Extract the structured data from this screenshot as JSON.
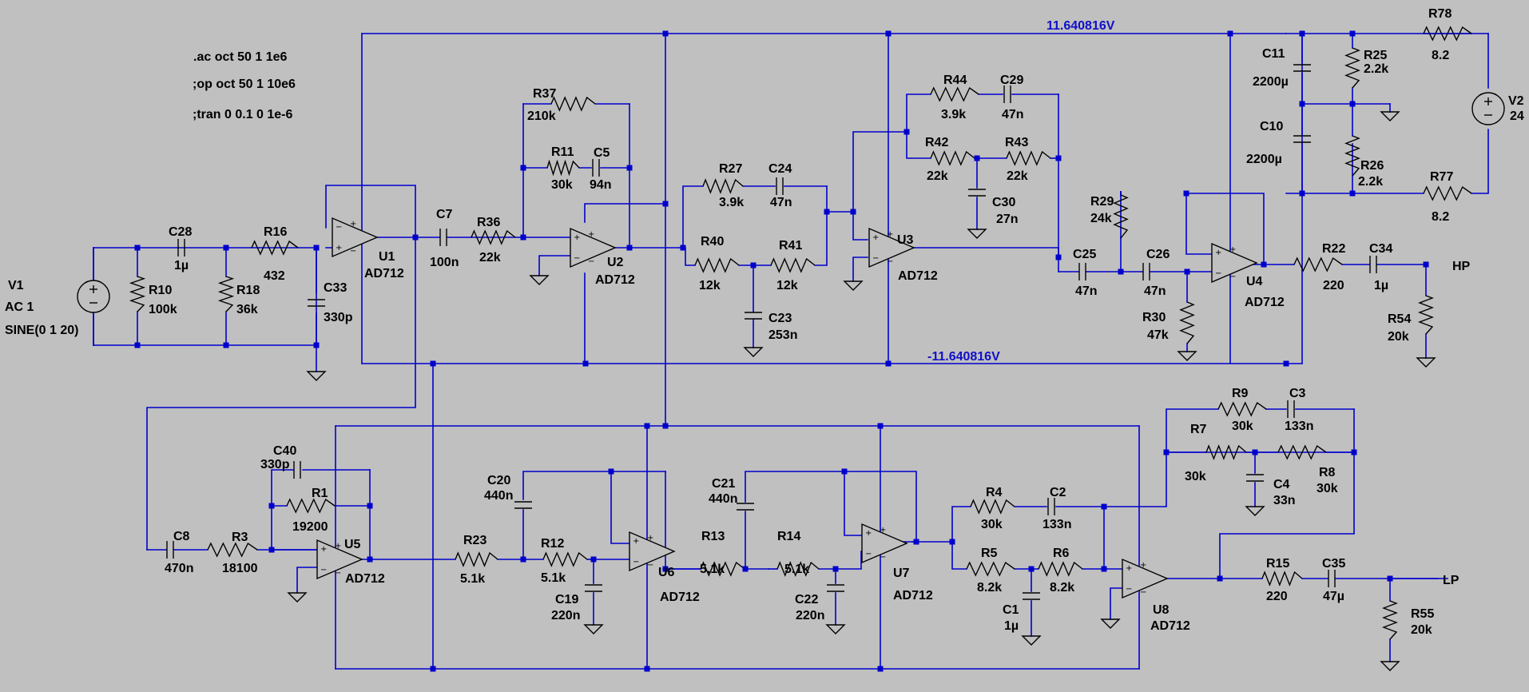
{
  "directives": [
    ".ac oct 50 1 1e6",
    ";op oct 50 1 10e6",
    ";tran 0 0.1 0 1e-6"
  ],
  "rails": {
    "positive": "11.640816V",
    "negative": "-11.640816V"
  },
  "outputs": {
    "hp": "HP",
    "lp": "LP"
  },
  "sources": {
    "V1": {
      "name": "V1",
      "lines": [
        "AC 1",
        "SINE(0 1 20)"
      ]
    },
    "V2": {
      "name": "V2",
      "value": "24"
    }
  },
  "opamps": [
    {
      "ref": "U1",
      "model": "AD712"
    },
    {
      "ref": "U2",
      "model": "AD712"
    },
    {
      "ref": "U3",
      "model": "AD712"
    },
    {
      "ref": "U4",
      "model": "AD712"
    },
    {
      "ref": "U5",
      "model": "AD712"
    },
    {
      "ref": "U6",
      "model": "AD712"
    },
    {
      "ref": "U7",
      "model": "AD712"
    },
    {
      "ref": "U8",
      "model": "AD712"
    }
  ],
  "resistors": [
    {
      "ref": "R10",
      "value": "100k"
    },
    {
      "ref": "R18",
      "value": "36k"
    },
    {
      "ref": "R16",
      "value": "432"
    },
    {
      "ref": "R36",
      "value": "22k"
    },
    {
      "ref": "R37",
      "value": "210k"
    },
    {
      "ref": "R11",
      "value": "30k"
    },
    {
      "ref": "R27",
      "value": "3.9k"
    },
    {
      "ref": "R40",
      "value": "12k"
    },
    {
      "ref": "R41",
      "value": "12k"
    },
    {
      "ref": "R44",
      "value": "3.9k"
    },
    {
      "ref": "R42",
      "value": "22k"
    },
    {
      "ref": "R43",
      "value": "22k"
    },
    {
      "ref": "R29",
      "value": "24k"
    },
    {
      "ref": "R30",
      "value": "47k"
    },
    {
      "ref": "R22",
      "value": "220"
    },
    {
      "ref": "R54",
      "value": "20k"
    },
    {
      "ref": "R78",
      "value": "8.2"
    },
    {
      "ref": "R25",
      "value": "2.2k"
    },
    {
      "ref": "R26",
      "value": "2.2k"
    },
    {
      "ref": "R77",
      "value": "8.2"
    },
    {
      "ref": "R1",
      "value": "19200"
    },
    {
      "ref": "R3",
      "value": "18100"
    },
    {
      "ref": "R23",
      "value": "5.1k"
    },
    {
      "ref": "R12",
      "value": "5.1k"
    },
    {
      "ref": "R13",
      "value": "5.1k"
    },
    {
      "ref": "R14",
      "value": "5.1k"
    },
    {
      "ref": "R4",
      "value": "30k"
    },
    {
      "ref": "R5",
      "value": "8.2k"
    },
    {
      "ref": "R6",
      "value": "8.2k"
    },
    {
      "ref": "R9",
      "value": "30k"
    },
    {
      "ref": "R7",
      "value": "30k"
    },
    {
      "ref": "R8",
      "value": "30k"
    },
    {
      "ref": "R15",
      "value": "220"
    },
    {
      "ref": "R55",
      "value": "20k"
    }
  ],
  "capacitors": [
    {
      "ref": "C28",
      "value": "1µ"
    },
    {
      "ref": "C33",
      "value": "330p"
    },
    {
      "ref": "C7",
      "value": "100n"
    },
    {
      "ref": "C5",
      "value": "94n"
    },
    {
      "ref": "C24",
      "value": "47n"
    },
    {
      "ref": "C23",
      "value": "253n"
    },
    {
      "ref": "C29",
      "value": "47n"
    },
    {
      "ref": "C30",
      "value": "27n"
    },
    {
      "ref": "C25",
      "value": "47n"
    },
    {
      "ref": "C26",
      "value": "47n"
    },
    {
      "ref": "C34",
      "value": "1µ"
    },
    {
      "ref": "C11",
      "value": "2200µ"
    },
    {
      "ref": "C10",
      "value": "2200µ"
    },
    {
      "ref": "C40",
      "value": "330p"
    },
    {
      "ref": "C8",
      "value": "470n"
    },
    {
      "ref": "C20",
      "value": "440n"
    },
    {
      "ref": "C19",
      "value": "220n"
    },
    {
      "ref": "C21",
      "value": "440n"
    },
    {
      "ref": "C22",
      "value": "220n"
    },
    {
      "ref": "C2",
      "value": "133n"
    },
    {
      "ref": "C1",
      "value": "1µ"
    },
    {
      "ref": "C3",
      "value": "133n"
    },
    {
      "ref": "C4",
      "value": "33n"
    },
    {
      "ref": "C35",
      "value": "47µ"
    }
  ]
}
